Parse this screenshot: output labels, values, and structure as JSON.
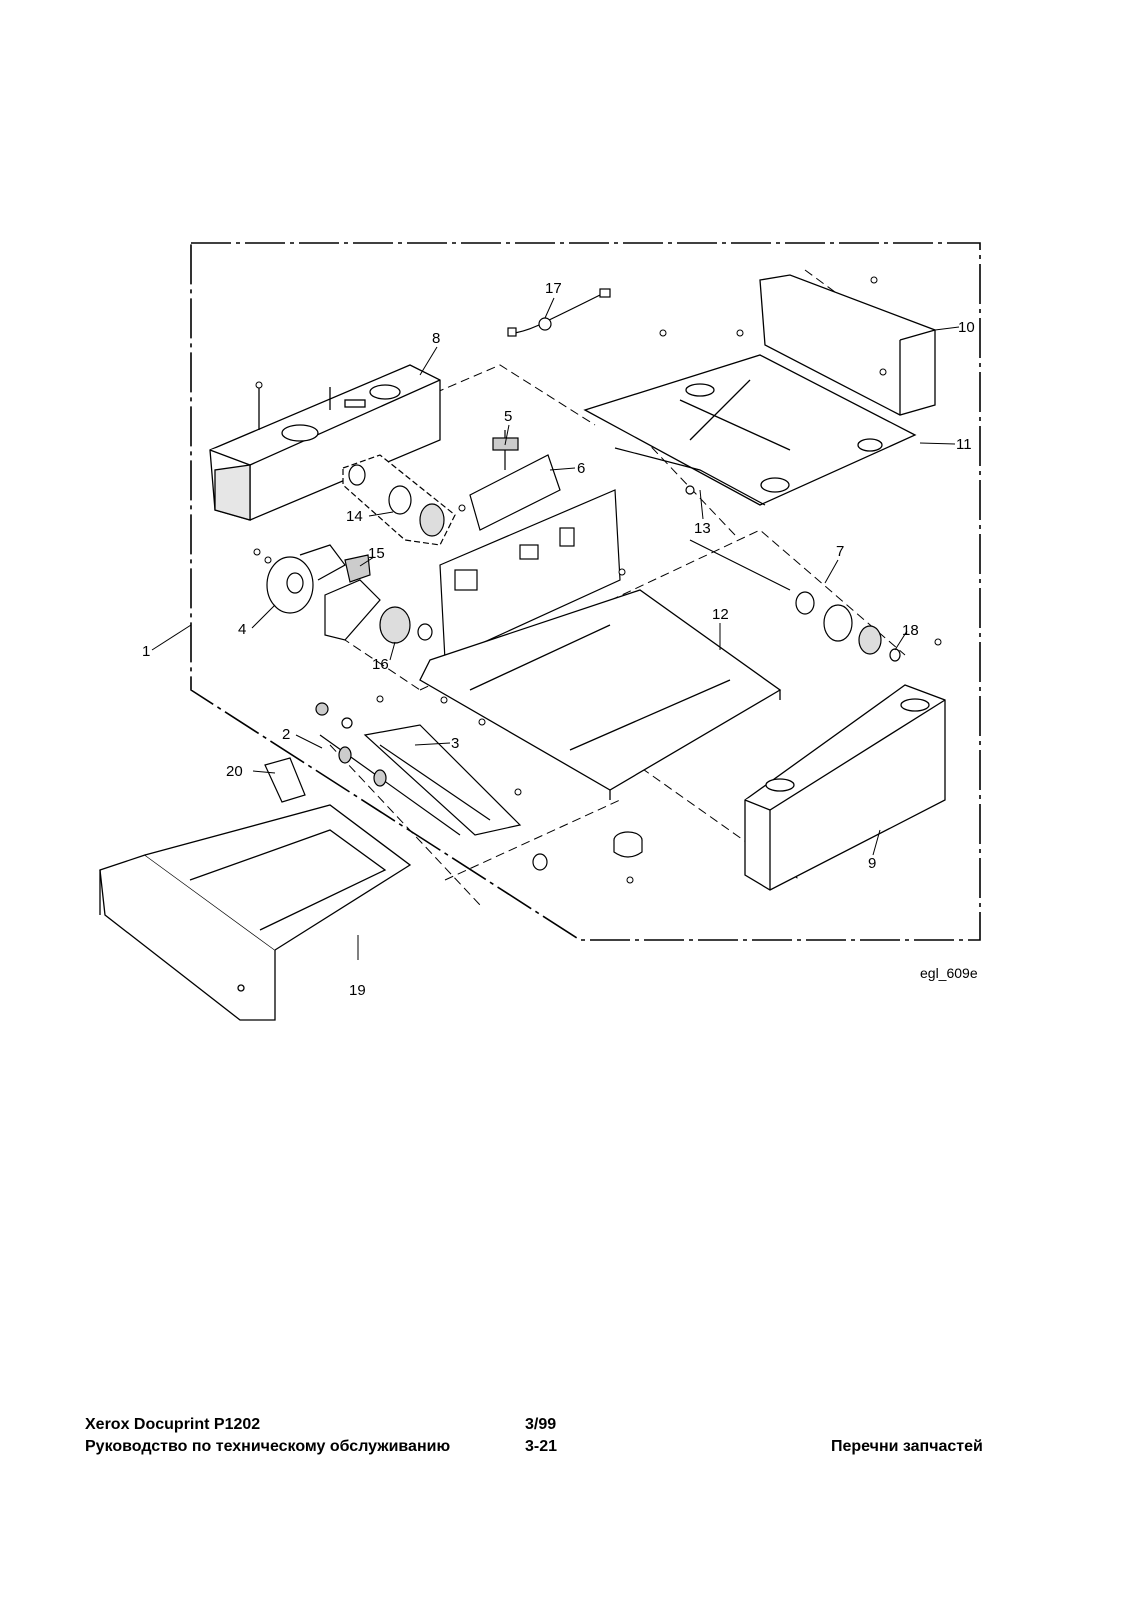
{
  "diagram": {
    "callouts": [
      "1",
      "2",
      "3",
      "4",
      "5",
      "6",
      "7",
      "8",
      "9",
      "10",
      "11",
      "12",
      "13",
      "14",
      "15",
      "16",
      "17",
      "18",
      "19",
      "20"
    ],
    "reference_code": "egl_609e"
  },
  "footer": {
    "product": "Xerox Docuprint P1202",
    "date": "3/99",
    "manual_title": "Руководство по техническому обслуживанию",
    "page_number": "3-21",
    "section_title": "Перечни запчастей"
  }
}
